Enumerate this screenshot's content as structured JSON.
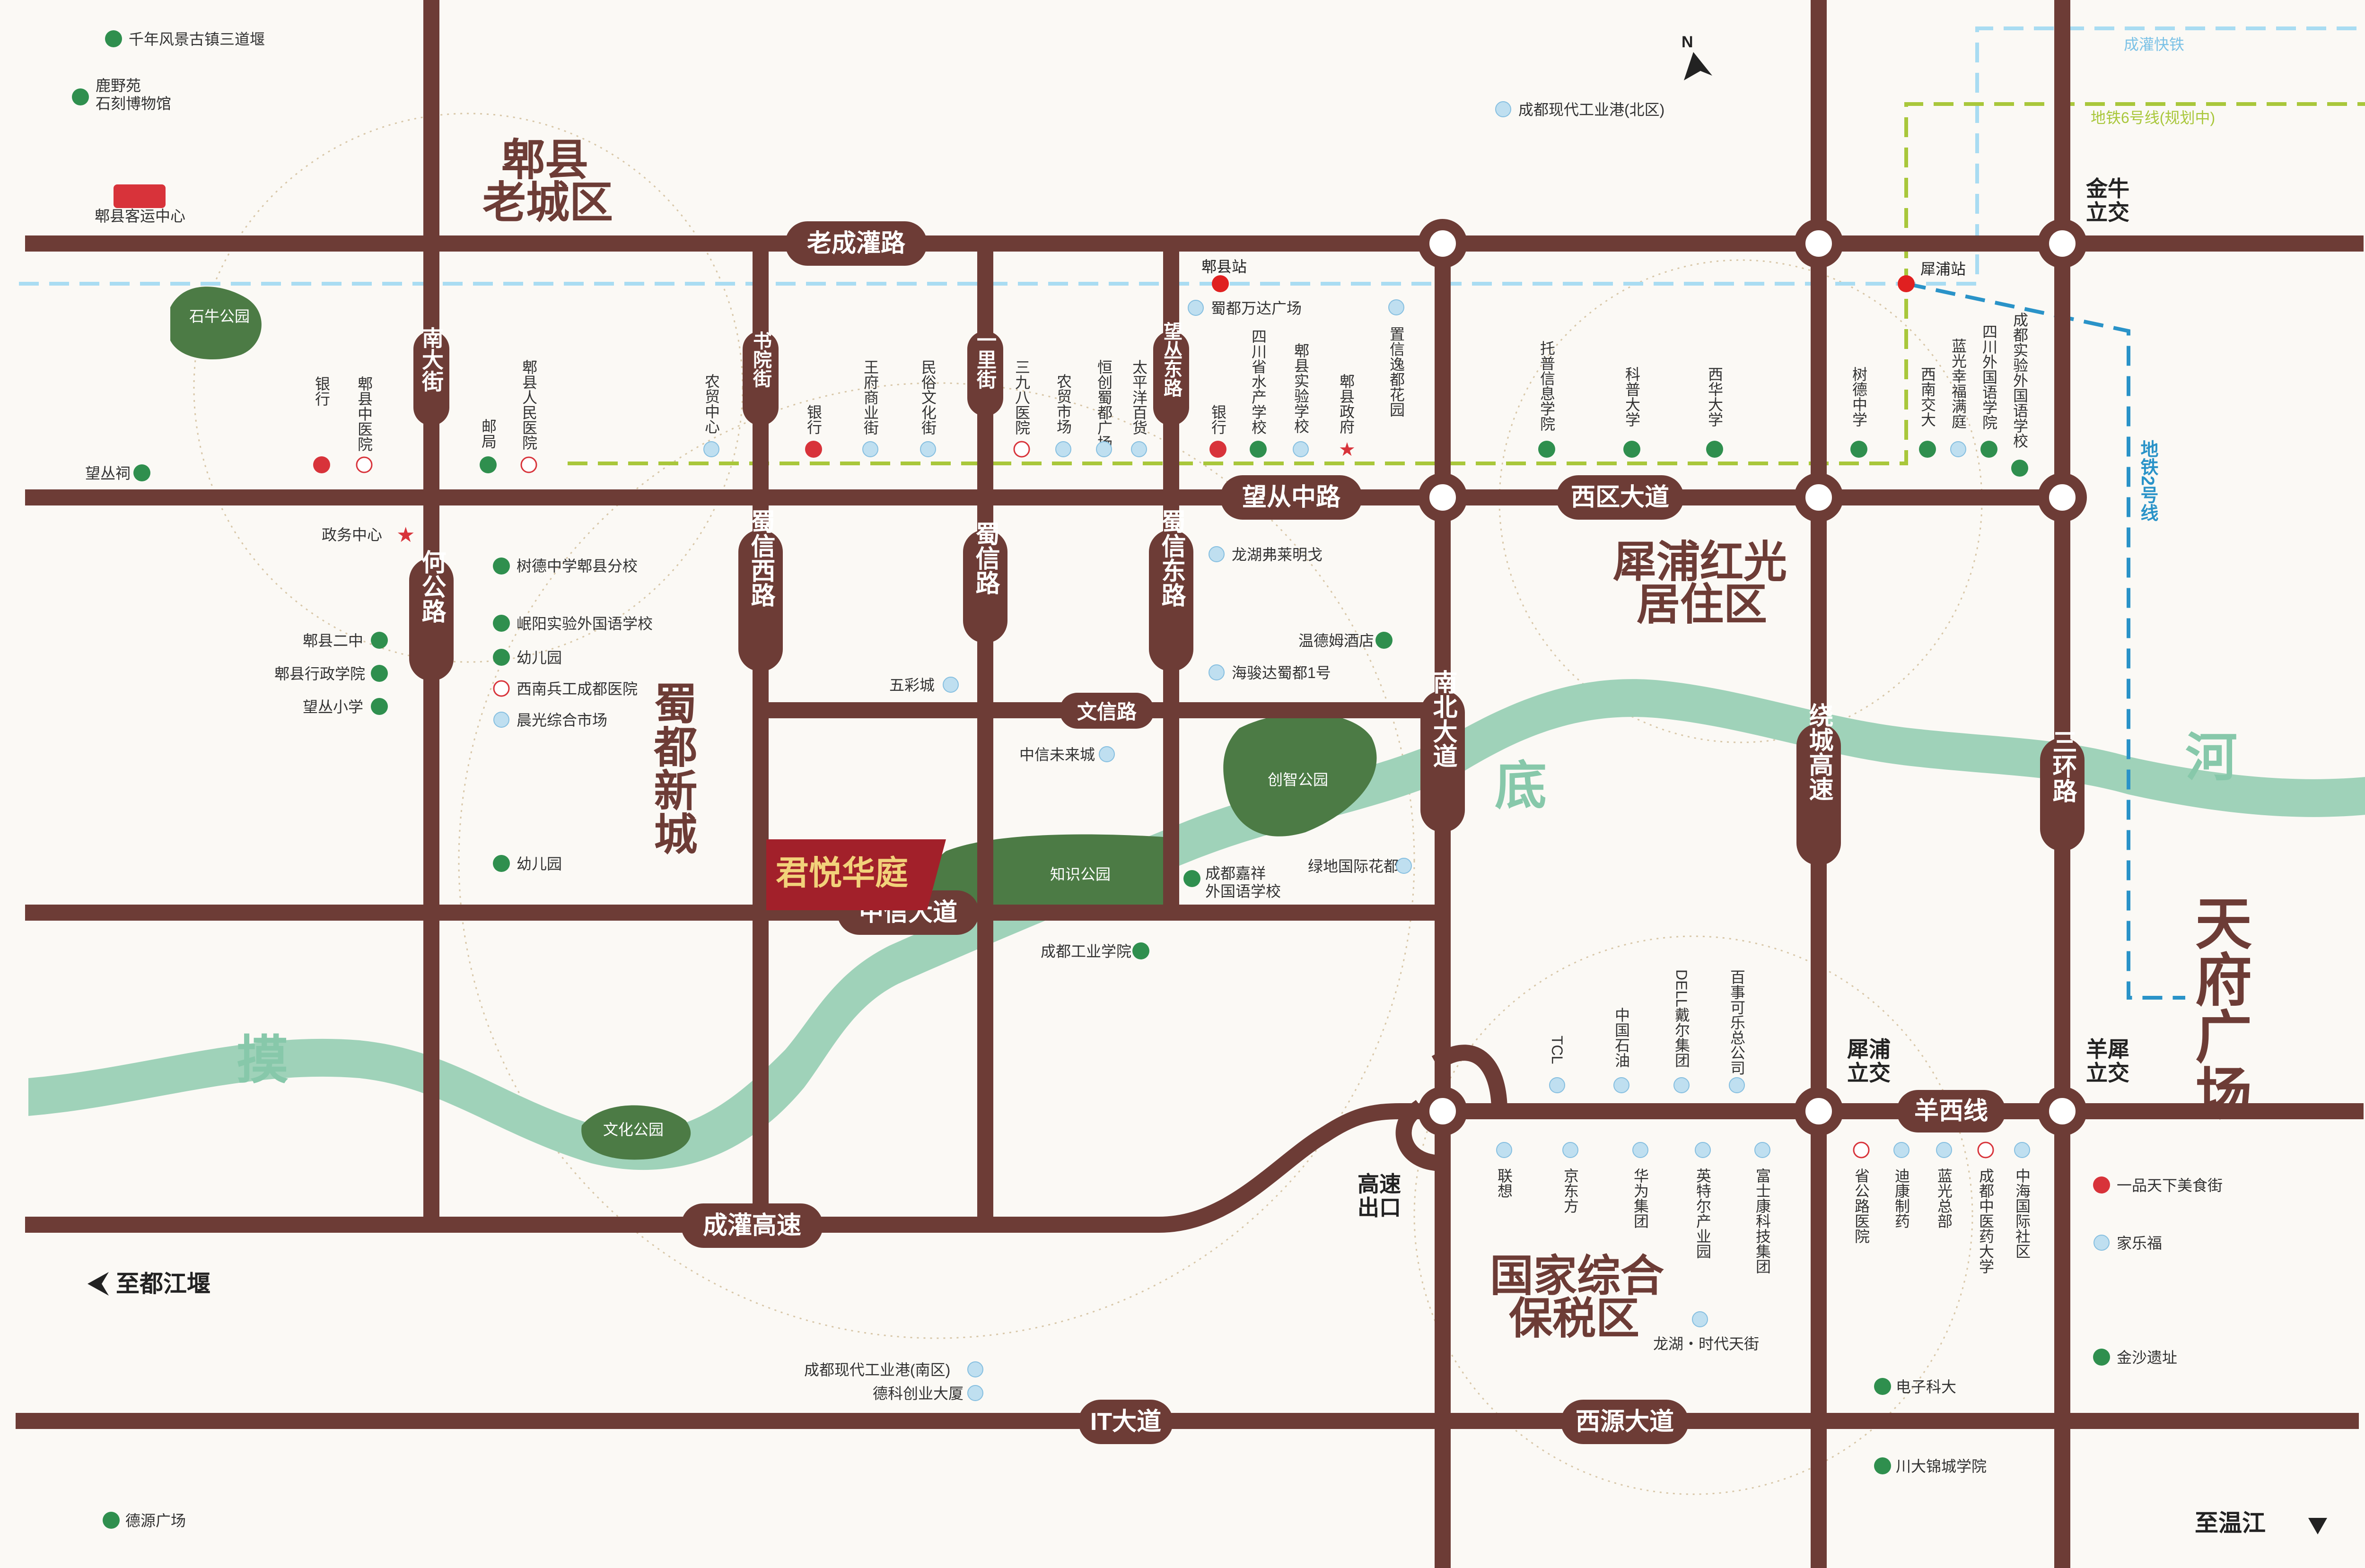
{
  "districts": {
    "pixian_old": "郫县\n老城区",
    "shudu_new": "蜀都\n新城",
    "xipu": "犀浦红光\n居住区",
    "bonded": "国家综合\n保税区",
    "tianfu": "天府\n广场"
  },
  "project": {
    "name": "君悦华庭"
  },
  "rivers": {
    "mo": "摸",
    "di": "底",
    "he": "河"
  },
  "roads": {
    "laochengguan": "老成灌路",
    "wangcong_zhong": "望从中路",
    "xiqu": "西区大道",
    "wenxin": "文信路",
    "zhongxin": "中信大道",
    "chengguan_gaosu": "成灌高速",
    "it": "IT大道",
    "xiyuan": "西源大道",
    "yangxi": "羊西线",
    "nanda": "南大街",
    "hegong": "何公路",
    "shuyuan": "书院街",
    "shuxinxi": "蜀信西路",
    "yili": "一里街",
    "shuxin": "蜀信路",
    "wangcongdong": "望丛东路",
    "shuxindong": "蜀信东路",
    "nanbei": "南北大道",
    "raocheng": "绕城高速",
    "sanhuan": "三环路"
  },
  "interchanges": {
    "jinniu": "金牛\n立交",
    "xipu_lj": "犀浦\n立交",
    "yangxi_lj": "羊犀\n立交",
    "gaosu_exit": "高速\n出口"
  },
  "metro": {
    "chengguan_express": "成灌快铁",
    "line6": "地铁6号线(规划中)",
    "line2": "地铁2号线",
    "pixian_station": "郫县站",
    "xipu_station": "犀浦站"
  },
  "directions": {
    "dujiangyan": "至都江堰",
    "wenjiang": "至温江",
    "north": "N"
  },
  "pois_h": {
    "qiannian": "千年风景古镇三道堰",
    "luyeyuan": "鹿野苑\n石刻博物馆",
    "keyun": "郫县客运中心",
    "wangcongci": "望丛祠",
    "zhengwu": "政务中心",
    "shude_fx": "树德中学郫县分校",
    "minyang": "岷阳实验外国语学校",
    "youer1": "幼儿园",
    "xinanbing": "西南兵工成都医院",
    "chenguang": "晨光综合市场",
    "pixian2": "郫县二中",
    "xingzheng": "郫县行政学院",
    "wangcong_xx": "望丛小学",
    "youer2": "幼儿园",
    "wucai": "五彩城",
    "longhu_fl": "龙湖弗莱明戈",
    "wendemu": "温德姆酒店",
    "haijunda": "海骏达蜀都1号",
    "zhongxin_wl": "中信未来城",
    "wanda": "蜀都万达广场",
    "gongye_bei": "成都现代工业港(北区)",
    "chengdu_jx": "成都嘉祥\n外国语学校",
    "lvdi": "绿地国际花都",
    "gongye_xy": "成都工业学院",
    "gongye_nan": "成都现代工业港(南区)",
    "deke": "德科创业大厦",
    "deyuan": "德源广场",
    "longhu_sd": "龙湖・时代天街",
    "dianzi": "电子科大",
    "chuanda": "川大锦城学院",
    "yipin": "一品天下美食街",
    "jiale": "家乐福",
    "jinsha": "金沙遗址"
  },
  "pois_v": {
    "yinhang1": "银行",
    "pixian_zy": "郫县中医院",
    "youju": "邮局",
    "pixian_rm": "郫县人民医院",
    "nongmao1": "农贸中心",
    "yinhang2": "银行",
    "wangfu": "王府商业街",
    "minsu": "民俗文化街",
    "sanjiu": "三九八医院",
    "nongmao2": "农贸市场",
    "hengchuang": "恒创蜀都广场",
    "taipingyang": "太平洋百货",
    "yinhang3": "银行",
    "shuichan": "四川省水产学校",
    "shiyan": "郫县实验学校",
    "zhengfu": "郫县政府",
    "zhixin": "置信逸都花园",
    "tuopu": "托普信息学院",
    "kepu": "科普大学",
    "xihua": "西华大学",
    "shude": "树德中学",
    "xijiao": "西南交大",
    "languang_xf": "蓝光幸福满庭",
    "siwai": "四川外国语学院",
    "chengshi_wai": "成都实验外国语学校",
    "tcl": "TCL",
    "shiyou": "中国石油",
    "dell": "DELL戴尔集团",
    "baishi": "百事可乐总公司",
    "lianxiang": "联想",
    "jingdong": "京东方",
    "huawei": "华为集团",
    "yingte": "英特尔产业园",
    "fushikang": "富士康科技集团",
    "shenggonglu": "省公路医院",
    "dikang": "迪康制药",
    "languang_zb": "蓝光总部",
    "zhongyiyao": "成都中医药大学",
    "zhonghai": "中海国际社区"
  },
  "parks": {
    "shiniu": "石牛公园",
    "chuangzhi": "创智公园",
    "zhishi": "知识公园",
    "wenhua": "文化公园"
  },
  "colors": {
    "road": "#6d3c36",
    "river": "#9fd2b9",
    "park": "#4c7b45",
    "project": "#a2202a",
    "metro_express": "#a9dcf2",
    "metro_line6": "#a9c73b",
    "metro_line2": "#2a93c8"
  }
}
